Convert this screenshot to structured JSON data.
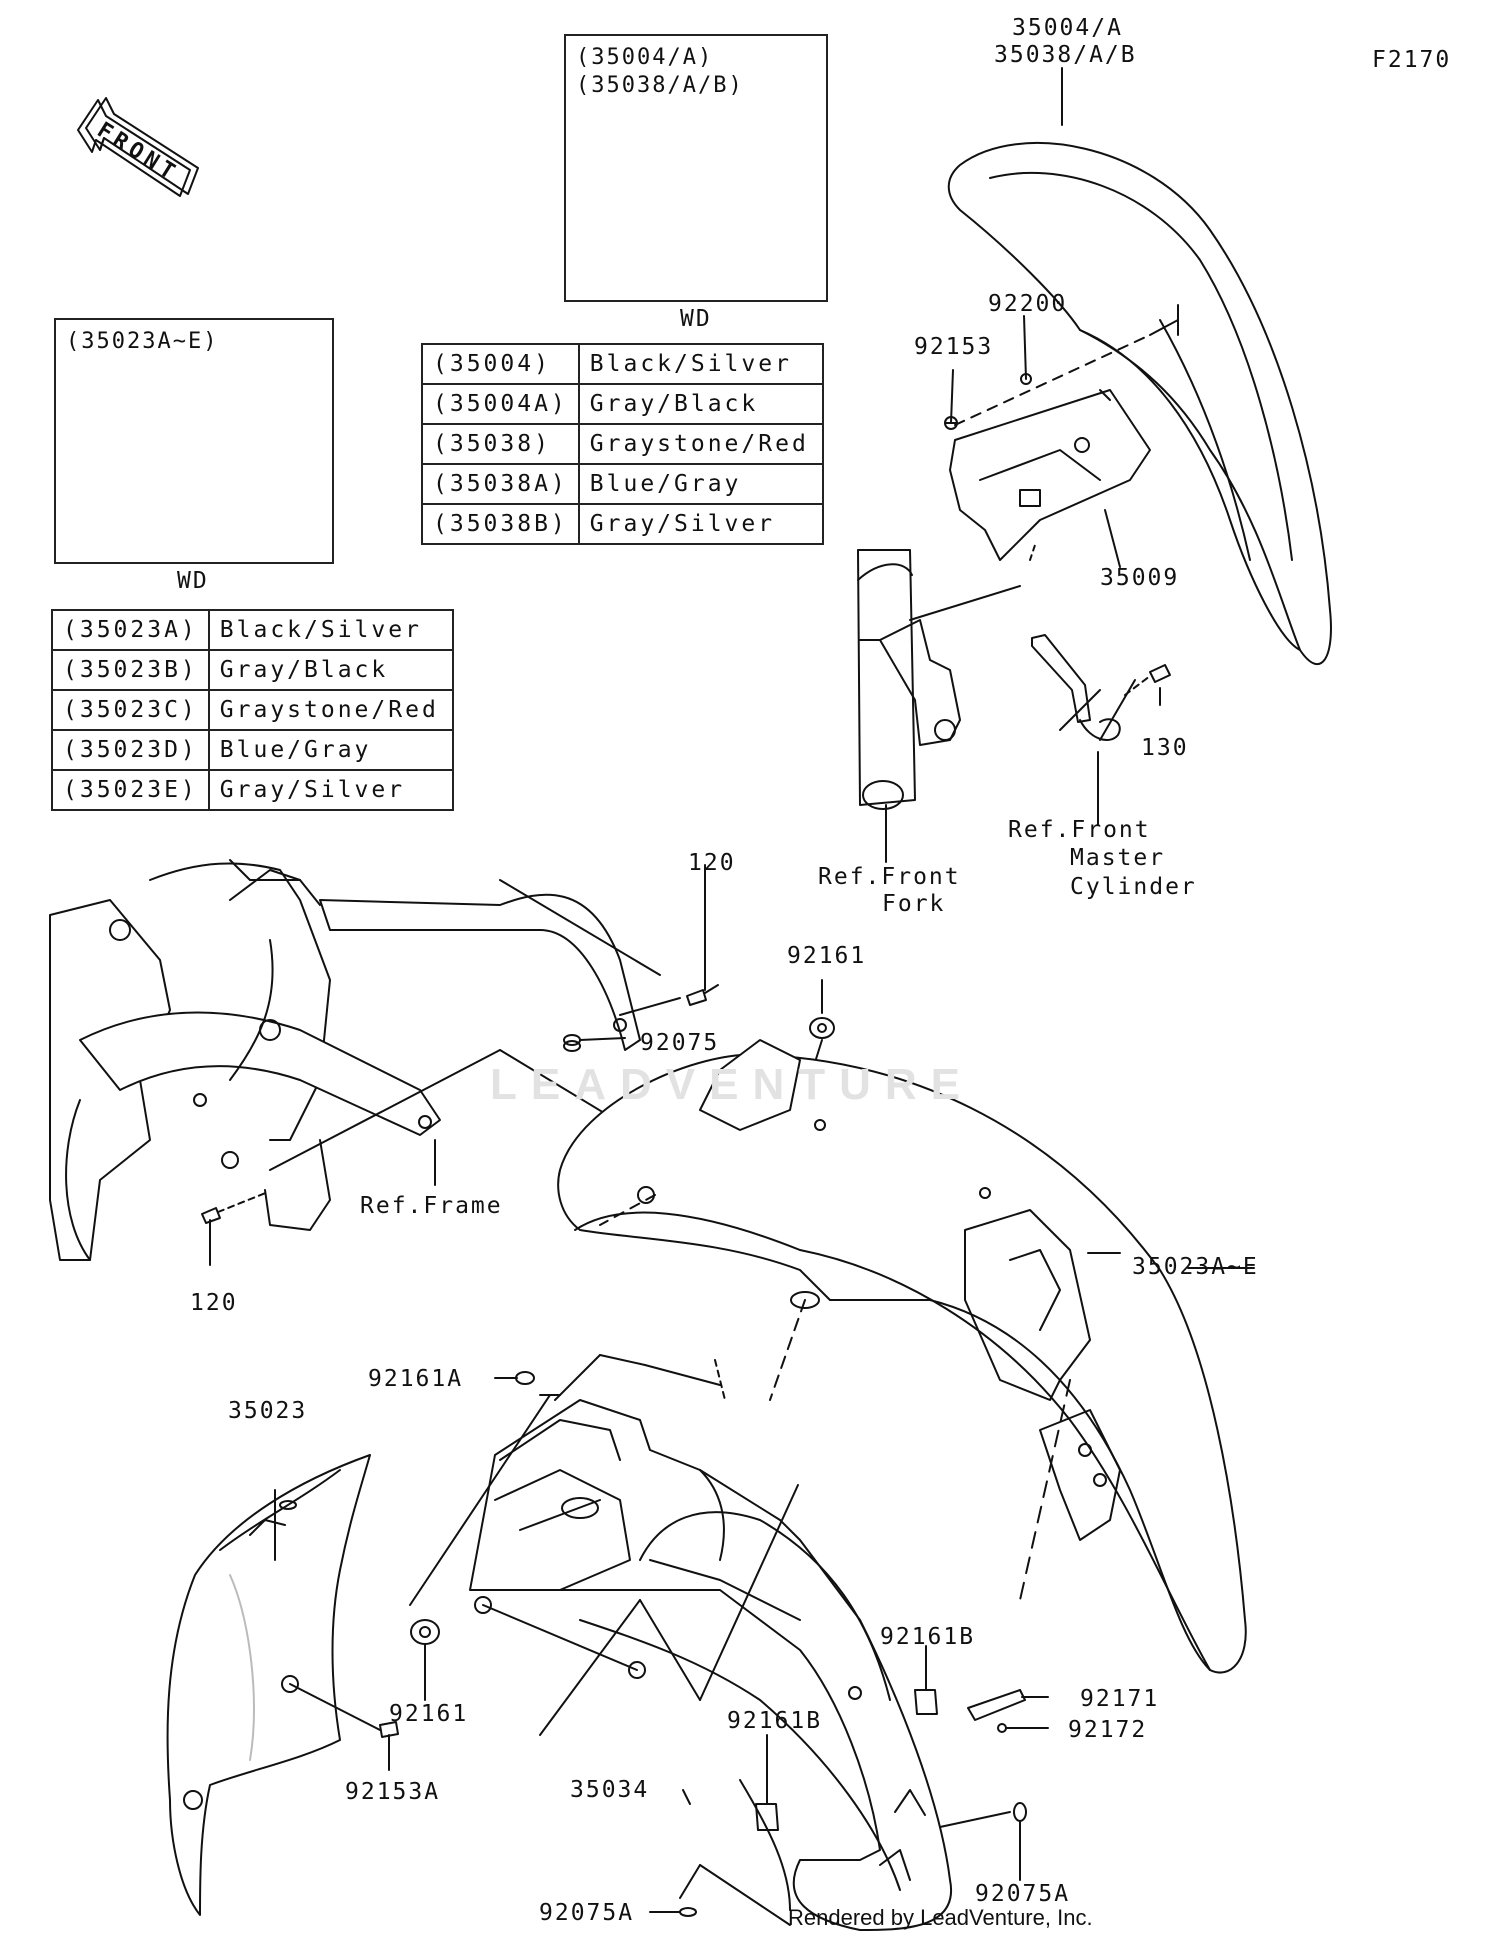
{
  "figure_id": "F2170",
  "front_arrow": "FRONT",
  "inset_front": {
    "title": "(35004/A)\n(35038/A/B)",
    "caption": "WD"
  },
  "inset_rear": {
    "title": "(35023A~E)",
    "caption": "WD"
  },
  "table_front": [
    {
      "code": "(35004)",
      "color": "Black/Silver"
    },
    {
      "code": "(35004A)",
      "color": "Gray/Black"
    },
    {
      "code": "(35038)",
      "color": "Graystone/Red"
    },
    {
      "code": "(35038A)",
      "color": "Blue/Gray"
    },
    {
      "code": "(35038B)",
      "color": "Gray/Silver"
    }
  ],
  "table_rear": [
    {
      "code": "(35023A)",
      "color": "Black/Silver"
    },
    {
      "code": "(35023B)",
      "color": "Gray/Black"
    },
    {
      "code": "(35023C)",
      "color": "Graystone/Red"
    },
    {
      "code": "(35023D)",
      "color": "Blue/Gray"
    },
    {
      "code": "(35023E)",
      "color": "Gray/Silver"
    }
  ],
  "callouts": {
    "front_fender_1": "35004/A",
    "front_fender_2": "35038/A/B",
    "p92200": "92200",
    "p92153": "92153",
    "p35009": "35009",
    "p130": "130",
    "ref_front_fork_1": "Ref.Front",
    "ref_front_fork_2": "Fork",
    "ref_master_1": "Ref.Front",
    "ref_master_2": "Master",
    "ref_master_3": "Cylinder",
    "p120_top": "120",
    "p92161_top": "92161",
    "p92075": "92075",
    "ref_frame": "Ref.Frame",
    "p120_bottom": "120",
    "p35023AE": "35023A~E",
    "p92161A": "92161A",
    "p35023": "35023",
    "p92161_bottom": "92161",
    "p92161B_right": "92161B",
    "p92171": "92171",
    "p92172": "92172",
    "p92161B_left": "92161B",
    "p35034": "35034",
    "p92153A": "92153A",
    "p92075A_right": "92075A",
    "p92075A_left": "92075A"
  },
  "watermark": "LEADVENTURE",
  "footer": "Rendered by LeadVenture, Inc."
}
